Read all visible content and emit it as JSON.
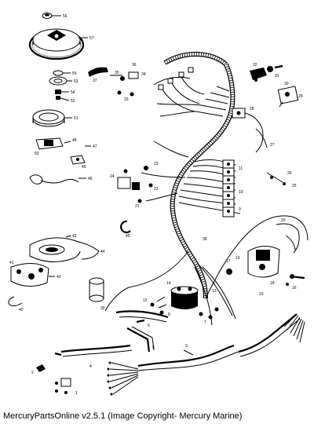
{
  "caption": "MercuryPartsOnline v2.5.1 (Image Copyright- Mercury Marine)",
  "callouts": {
    "c56": "56",
    "c57": "57",
    "c54": "54",
    "c55": "55",
    "c53": "53",
    "c51": "51",
    "c52": "52",
    "c49": "49",
    "c50": "50",
    "c47": "47",
    "c48": "48",
    "c45": "45",
    "c46": "46",
    "c43": "43",
    "c44": "44",
    "c42": "42",
    "c41": "41",
    "c40": "40",
    "c39": "39",
    "c38": "38",
    "c37": "37",
    "c36": "36",
    "c35": "35",
    "c34": "34",
    "c33": "33",
    "c32": "32",
    "c31": "31",
    "c30": "30",
    "c29": "29",
    "c28": "28",
    "c27": "27",
    "c26": "26",
    "c25": "25",
    "c24": "24",
    "c23": "23",
    "c22": "22",
    "c21": "21",
    "c20": "20",
    "c19": "19",
    "c18": "18",
    "c17": "17",
    "c16": "16",
    "c15": "15",
    "c14": "14",
    "c13": "13",
    "c12": "12",
    "c11": "11",
    "c10": "10",
    "c9": "9",
    "c8": "8",
    "c7": "7",
    "c6": "6",
    "c5": "5",
    "c4": "4",
    "c3": "3",
    "c2": "2",
    "c1": "1"
  }
}
